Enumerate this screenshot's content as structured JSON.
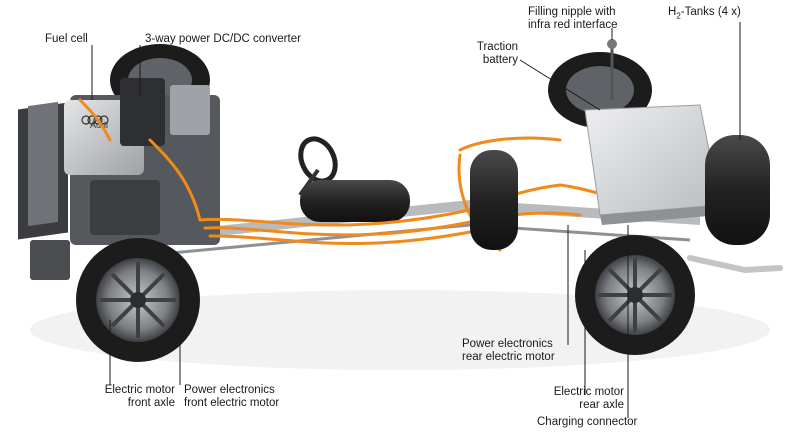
{
  "labels": {
    "fuel_cell": "Fuel cell",
    "dcdc_converter": "3-way power DC/DC converter",
    "filling_nipple_line1": "Filling nipple with",
    "filling_nipple_line2": "infra red interface",
    "h2_tanks_prefix": "H",
    "h2_tanks_sub": "2",
    "h2_tanks_suffix": "-Tanks (4 x)",
    "traction_battery_line1": "Traction",
    "traction_battery_line2": "battery",
    "pe_rear_line1": "Power electronics",
    "pe_rear_line2": "rear electric motor",
    "em_front_line1": "Electric motor",
    "em_front_line2": "front axle",
    "pe_front_line1": "Power electronics",
    "pe_front_line2": "front electric motor",
    "em_rear_line1": "Electric motor",
    "em_rear_line2": "rear axle",
    "charging_connector": "Charging connector"
  },
  "colors": {
    "background": "#ffffff",
    "cable_orange": "#f08a1c",
    "tire": "#1c1c1c",
    "rim": "#8a8d91",
    "battery": "#d9dadc",
    "tank": "#2a2a2a",
    "fuel_cell_block": "#cfd1d4",
    "leader_line": "#1a1a1a"
  },
  "logo_text": "Audi"
}
